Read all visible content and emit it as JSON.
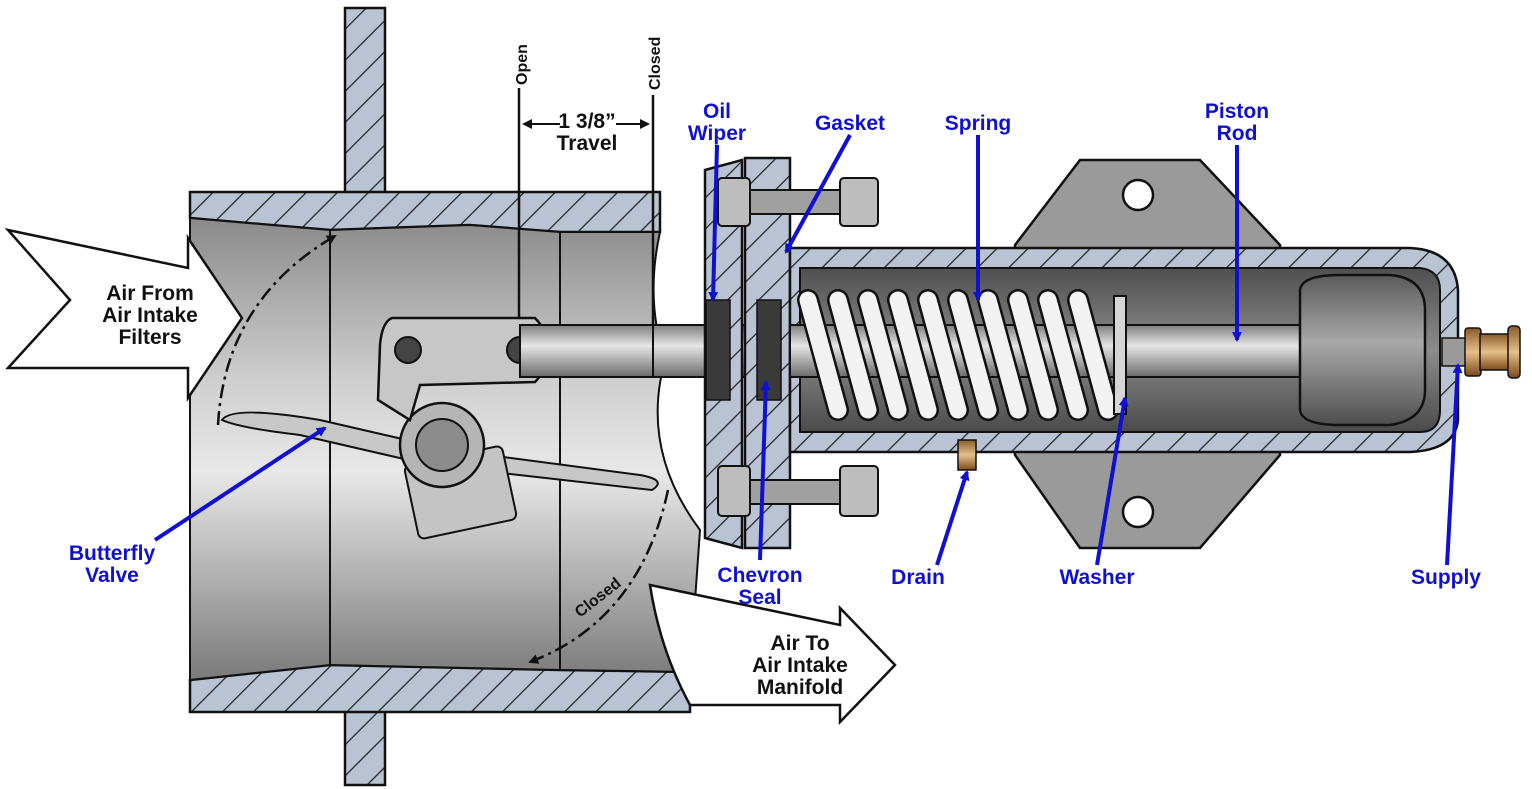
{
  "labels": {
    "oil_wiper": [
      "Oil",
      "Wiper"
    ],
    "gasket": "Gasket",
    "spring": "Spring",
    "piston_rod": [
      "Piston",
      "Rod"
    ],
    "butterfly_valve": [
      "Butterfly",
      "Valve"
    ],
    "chevron_seal": [
      "Chevron",
      "Seal"
    ],
    "drain": "Drain",
    "washer": "Washer",
    "supply": "Supply"
  },
  "callouts": {
    "air_from": [
      "Air From",
      "Air Intake",
      "Filters"
    ],
    "air_to": [
      "Air To",
      "Air Intake",
      "Manifold"
    ],
    "travel": [
      "1 3/8”",
      "Travel"
    ],
    "open": "Open",
    "closed_top": "Closed",
    "closed_arc": "Closed"
  },
  "colors": {
    "label_blue": "#1010d0",
    "metal_dark": "#6e6e6e",
    "metal_light": "#cfcfcf",
    "section_fill": "#b9c3d3"
  }
}
